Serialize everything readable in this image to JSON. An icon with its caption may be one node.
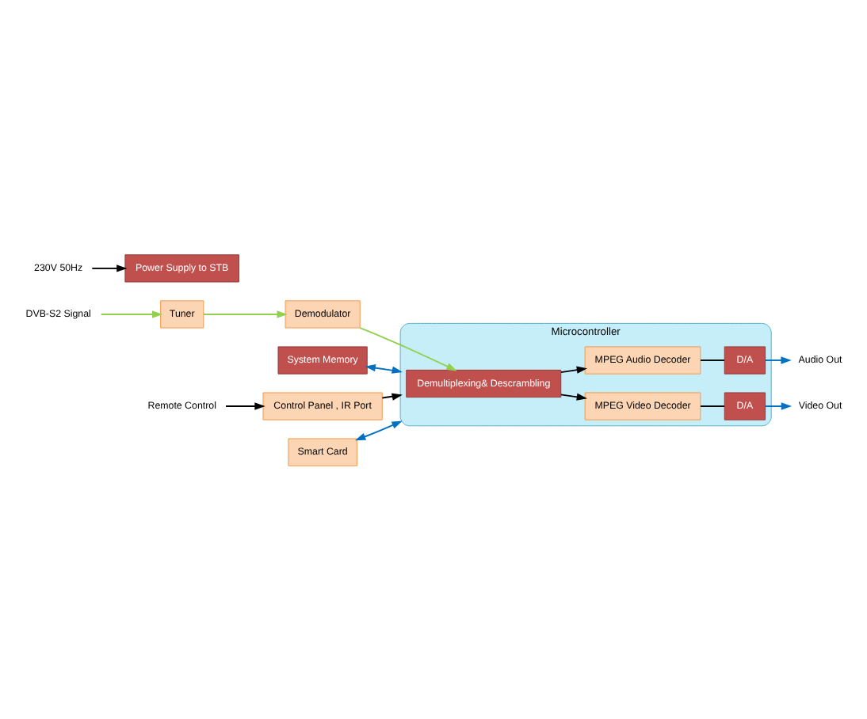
{
  "diagram": {
    "nodes": [
      {
        "text": [
          "DVB-S2 Signal"
        ]
      },
      {
        "text": [
          "Tuner"
        ]
      },
      {
        "text": [
          "Demodulator"
        ]
      },
      {
        "text": [
          "Microcontroller"
        ]
      },
      {
        "text": [
          "Demultiplexing& Descrambling"
        ],
        "in": 3
      },
      {
        "text": [
          "MPEG Audio Decoder"
        ],
        "in": 3
      },
      {
        "text": [
          "MPEG Video Decoder"
        ],
        "in": 3
      },
      {
        "text": [
          "D/A"
        ],
        "in": 3
      },
      {
        "text": [
          "D/A"
        ],
        "in": 3
      },
      {
        "text": [
          "Audio Out"
        ]
      },
      {
        "text": [
          "Video Out"
        ]
      },
      {
        "text": [
          "System Memory"
        ]
      },
      {
        "text": [
          "230V 50Hz"
        ]
      },
      {
        "text": [
          "Power Supply to STB"
        ]
      },
      {
        "text": [
          "Control Panel , IR Port"
        ]
      },
      {
        "text": [
          "Smart Card"
        ]
      },
      {
        "text": [
          "Remote Control"
        ]
      }
    ],
    "edges": [
      {
        "from": 0,
        "to": 1,
        "arrow": "to",
        "color": "#92d050"
      },
      {
        "from": 1,
        "to": 2,
        "arrow": "to",
        "color": "#92d050"
      },
      {
        "from": 2,
        "to": 4,
        "arrow": "to",
        "color": "#92d050"
      },
      {
        "from": 4,
        "to": 5,
        "arrow": "to"
      },
      {
        "from": 4,
        "to": 6,
        "arrow": "to"
      },
      {
        "from": 5,
        "to": 7,
        "arrow": "none"
      },
      {
        "from": 6,
        "to": 8,
        "arrow": "none"
      },
      {
        "from": 7,
        "to": 9,
        "arrow": "to",
        "color": "#0070c0"
      },
      {
        "from": 8,
        "to": 10,
        "arrow": "to",
        "color": "#0070c0"
      },
      {
        "from": 11,
        "to": 3,
        "arrow": "both",
        "color": "#0070c0"
      },
      {
        "from": 12,
        "to": 13,
        "arrow": "to"
      },
      {
        "from": 14,
        "to": 3,
        "arrow": "to"
      },
      {
        "from": 15,
        "to": 3,
        "arrow": "both",
        "color": "#0070c0"
      },
      {
        "from": 16,
        "to": 14,
        "arrow": "to"
      }
    ]
  }
}
